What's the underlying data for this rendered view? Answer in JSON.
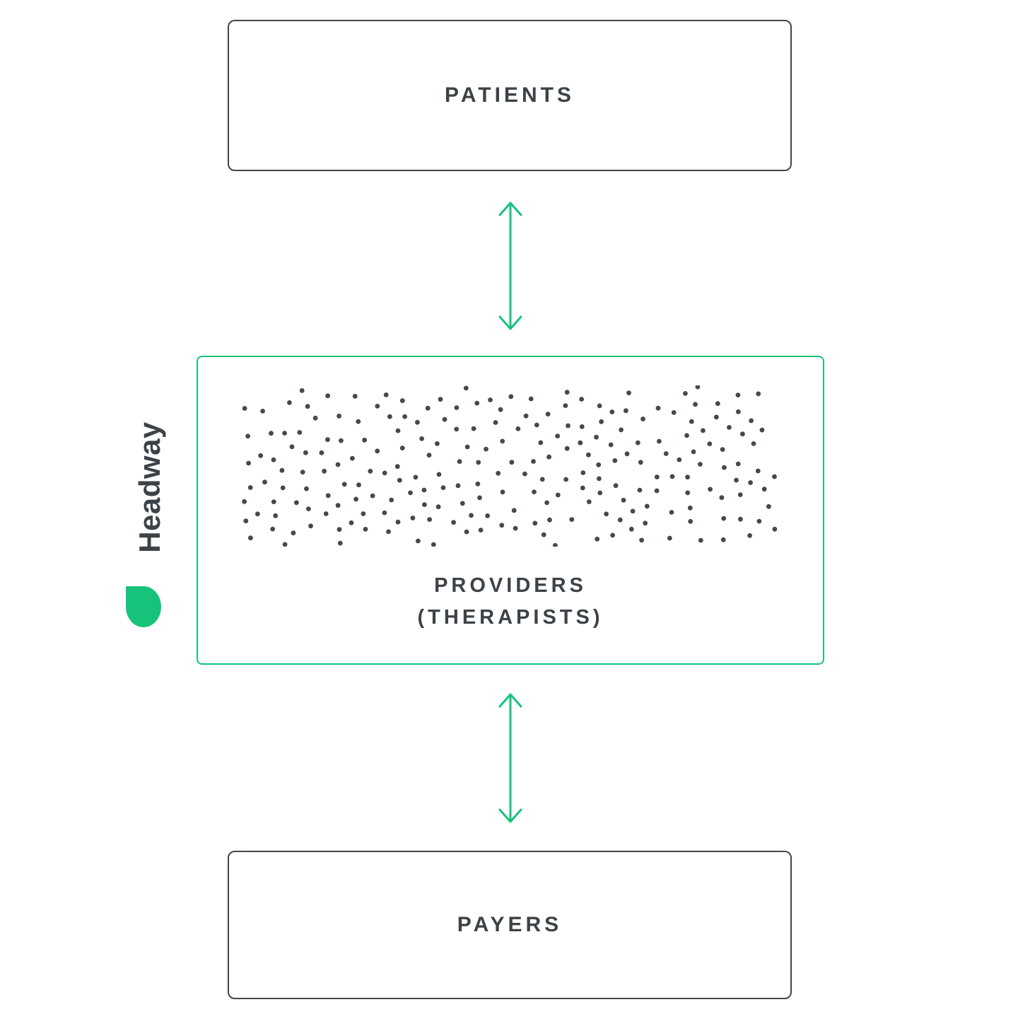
{
  "brand": {
    "name": "Headway",
    "green": "#17C37B"
  },
  "nodes": {
    "patients": {
      "label": "PATIENTS"
    },
    "providers": {
      "label_line1": "PROVIDERS",
      "label_line2": "(THERAPISTS)"
    },
    "payers": {
      "label": "PAYERS"
    }
  },
  "connections": [
    {
      "from": "patients",
      "to": "providers",
      "style": "double-arrow"
    },
    {
      "from": "providers",
      "to": "payers",
      "style": "double-arrow"
    }
  ],
  "dots": {
    "count": 230,
    "color": "#45494E",
    "radius": 3.4,
    "seed": 1337
  }
}
